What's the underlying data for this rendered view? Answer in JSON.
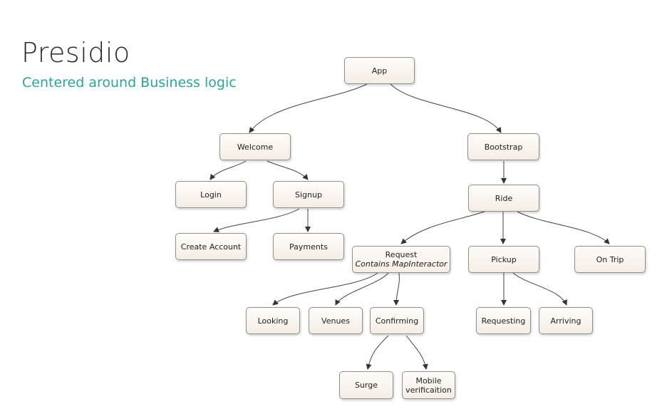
{
  "title": "Presidio",
  "subtitle": "Centered around Business logic",
  "nodes": {
    "app": "App",
    "welcome": "Welcome",
    "bootstrap": "Bootstrap",
    "login": "Login",
    "signup": "Signup",
    "ride": "Ride",
    "create_account": "Create Account",
    "payments": "Payments",
    "request": "Request",
    "request_sub": "Contains MapInteractor",
    "pickup": "Pickup",
    "on_trip": "On Trip",
    "looking": "Looking",
    "venues": "Venues",
    "confirming": "Confirming",
    "requesting": "Requesting",
    "arriving": "Arriving",
    "surge": "Surge",
    "mobile_line1": "Mobile",
    "mobile_line2": "verificaition"
  },
  "colors": {
    "subtitle": "#2ba39b",
    "node_border": "#8f8f8f",
    "node_fill": "#f8f3ec"
  }
}
